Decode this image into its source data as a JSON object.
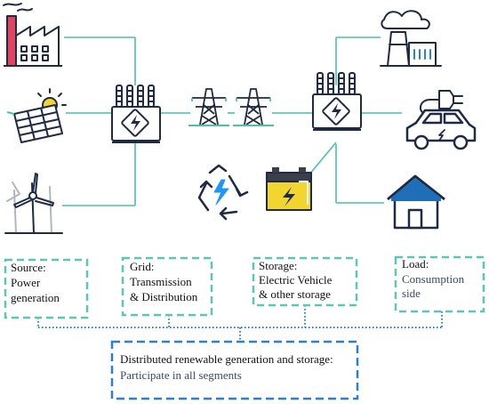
{
  "colors": {
    "teal": "#4dbfa8",
    "dash_teal": "#5cc7b0",
    "dash_blue": "#2b7fd4",
    "dot_blue": "#2b7fd4",
    "navy": "#1f2a44",
    "red_accent": "#e0445e",
    "yellow": "#f2d530",
    "house_blue": "#1f6fb8",
    "bolt_blue": "#2196f3"
  },
  "icons": {
    "factory": "factory-icon",
    "solar": "solar-panel-icon",
    "wind": "wind-turbine-icon",
    "transformer_left": "transformer-icon",
    "tower_1": "transmission-tower-icon",
    "tower_2": "transmission-tower-icon",
    "transformer_right": "transformer-icon",
    "recycle": "recycle-energy-icon",
    "battery": "battery-icon",
    "industry": "industrial-plant-icon",
    "ev": "electric-vehicle-icon",
    "plug": "plug-icon",
    "house": "house-icon"
  },
  "boxes": {
    "source": {
      "title": "Source:",
      "line1": "Power",
      "line2": "generation"
    },
    "grid": {
      "title": "Grid:",
      "line1": "Transmission",
      "line2": "& Distribution"
    },
    "storage": {
      "title": "Storage:",
      "line1": "Electric Vehicle",
      "line2": "& other storage"
    },
    "load": {
      "title": "Load:",
      "line1": "Consumption",
      "line2": "side"
    },
    "distributed": {
      "title": "Distributed renewable generation and storage:",
      "line1": "Participate in all segments"
    }
  }
}
